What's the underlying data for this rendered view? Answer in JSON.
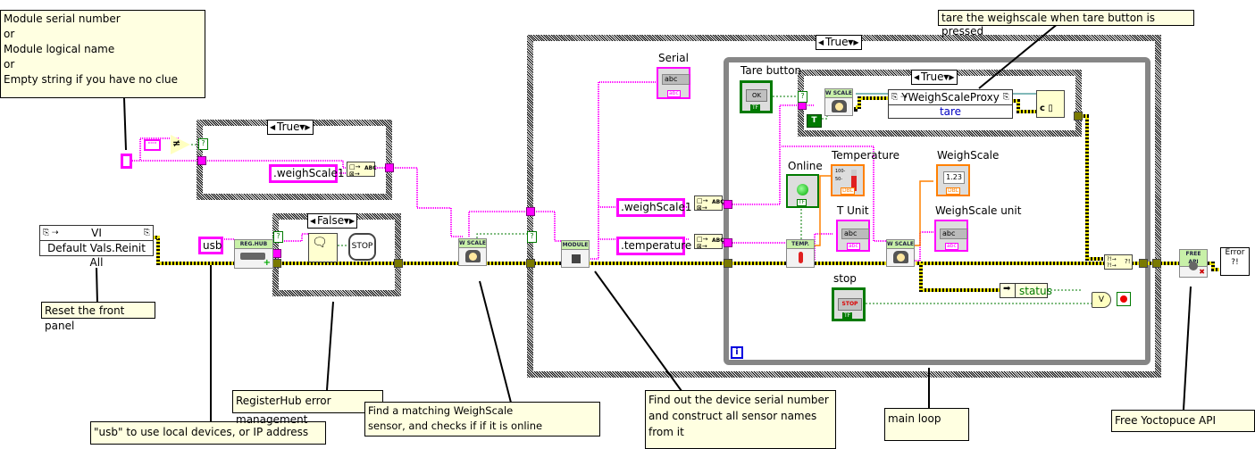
{
  "diagram": {
    "type": "LabVIEW block diagram",
    "colors": {
      "string_wire": "#ff00ff",
      "error_wire": "#e8e000",
      "bool_wire": "#007a00",
      "dbl_wire": "#ff8000",
      "refnum_wire": "#007070",
      "comment_bg": "#ffffe1",
      "loop_border": "#868686"
    }
  },
  "comments": {
    "module_input": "Module serial number\nor\nModule  logical name\nor\nEmpty string if you have no clue",
    "reset_panel": "Reset the front panel",
    "usb_hint": "\"usb\" to use local devices, or IP address",
    "registerhub_error": "RegisterHub error management",
    "find_weighscale": "Find a matching WeighScale\nsensor, and checks if if it is online",
    "find_serial": "Find out the device serial number\nand construct all sensor names\nfrom it",
    "main_loop": "main loop",
    "free_api": "Free Yoctopuce API",
    "tare_hint": "tare the weighscale when tare button is pressed"
  },
  "case_structures": {
    "name_case": {
      "selector": "True"
    },
    "error_case": {
      "selector": "False"
    },
    "outer_case": {
      "selector": "True"
    },
    "tare_case": {
      "selector": "True"
    }
  },
  "constants": {
    "usb": "usb",
    "weighscale_suffix_1": ".weighScale1",
    "weighscale_suffix_2": ".weighScale1",
    "temperature_suffix": ".temperature",
    "true_const": "T"
  },
  "nodes": {
    "invoke_vi": {
      "class": "VI",
      "method": "Default Vals.Reinit All"
    },
    "reg_hub": "REG.HUB",
    "wscale_find": "W SCALE",
    "module": "MODULE",
    "wscale_tare": "W SCALE",
    "wscale_read": "W SCALE",
    "temp": "TEMP.",
    "proxy": {
      "class": "YWeighScaleProxy",
      "method": "tare"
    },
    "free_api": "FREE API",
    "unbundle_status": "status",
    "error_dialog": "Error\n?!",
    "stop_sign": "STOP"
  },
  "indicators": {
    "serial": "Serial",
    "tare_button": "Tare button",
    "online": "Online",
    "temperature": "Temperature",
    "t_unit": "T Unit",
    "weighscale": "WeighScale",
    "weighscale_unit": "WeighScale unit",
    "stop": "stop"
  },
  "terminals": {
    "abc": "abc",
    "dbl": "DBL",
    "tf": "TF",
    "num_display": "1.23",
    "ok": "OK",
    "stop_btn": "STOP",
    "iteration": "i",
    "case_select": "?"
  }
}
